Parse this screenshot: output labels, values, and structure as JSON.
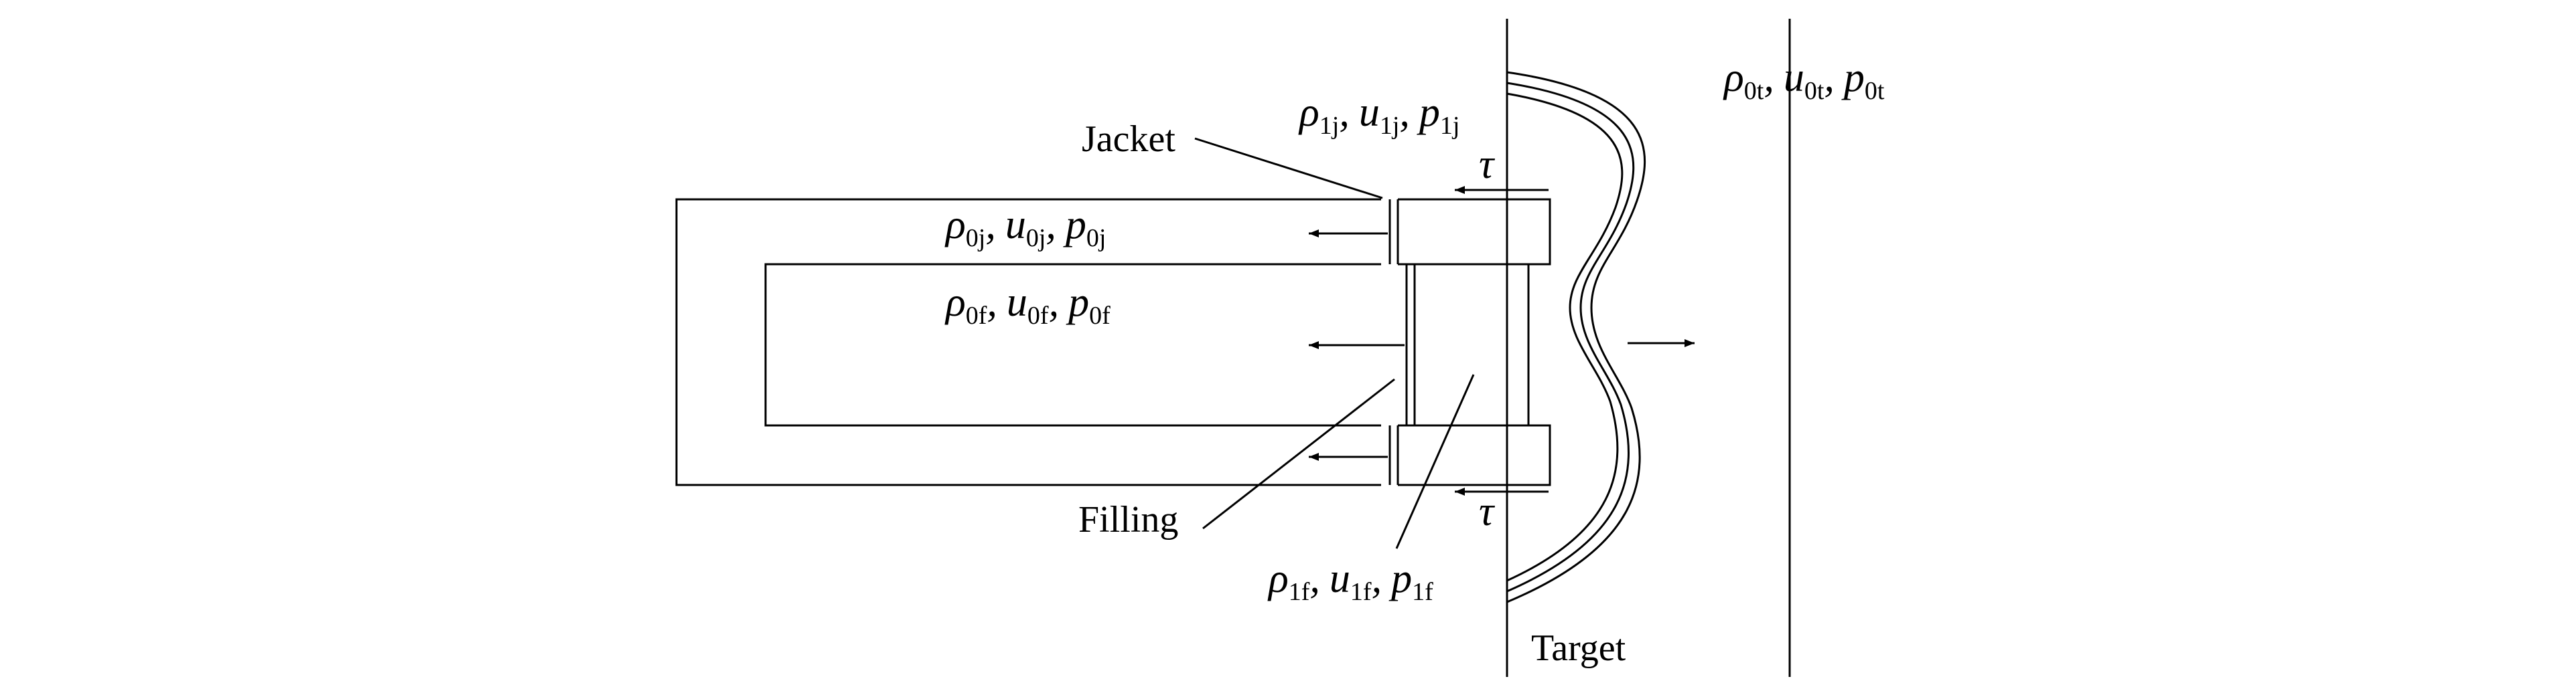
{
  "labels": {
    "jacket": "Jacket",
    "filling": "Filling",
    "target": "Target"
  },
  "symbols": {
    "rho": "ρ",
    "u": "u",
    "p": "p",
    "tau": "τ",
    "comma": ","
  },
  "states": {
    "jacket_initial": "0j",
    "jacket_shocked": "1j",
    "filling_initial": "0f",
    "filling_shocked": "1f",
    "target_initial": "0t"
  }
}
